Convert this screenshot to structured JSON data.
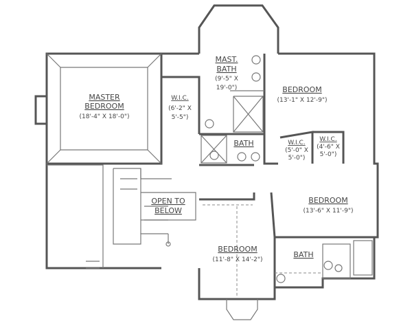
{
  "rooms": {
    "master_bedroom": {
      "name_1": "MASTER",
      "name_2": "BEDROOM",
      "dims": "(18'-4\" X 18'-0\")"
    },
    "master_wic": {
      "name": "W.I.C.",
      "dims_1": "(6'-2\" X",
      "dims_2": "5'-5\")"
    },
    "master_bath": {
      "name_1": "MAST.",
      "name_2": "BATH",
      "dims_1": "(9'-5\" X",
      "dims_2": "19'-0\")"
    },
    "bedroom_2": {
      "name": "BEDROOM",
      "dims": "(13'-1\" X 12'-9\")"
    },
    "bath_1": {
      "name": "BATH"
    },
    "wic_2": {
      "name": "W.I.C.",
      "dims_1": "(5'-0\" X",
      "dims_2": "5'-0\")"
    },
    "wic_3": {
      "name": "W.I.C.",
      "dims_1": "(4'-6\" X",
      "dims_2": "5'-0\")"
    },
    "open_to_below": {
      "line_1": "OPEN TO",
      "line_2": "BELOW"
    },
    "bedroom_3": {
      "name": "BEDROOM",
      "dims": "(13'-6\" X 11'-9\")"
    },
    "bedroom_4": {
      "name": "BEDROOM",
      "dims": "(11'-8\" X 14'-2\")"
    },
    "bath_2": {
      "name": "BATH"
    }
  },
  "colors": {
    "wall": "#555555",
    "background": "#ffffff"
  }
}
